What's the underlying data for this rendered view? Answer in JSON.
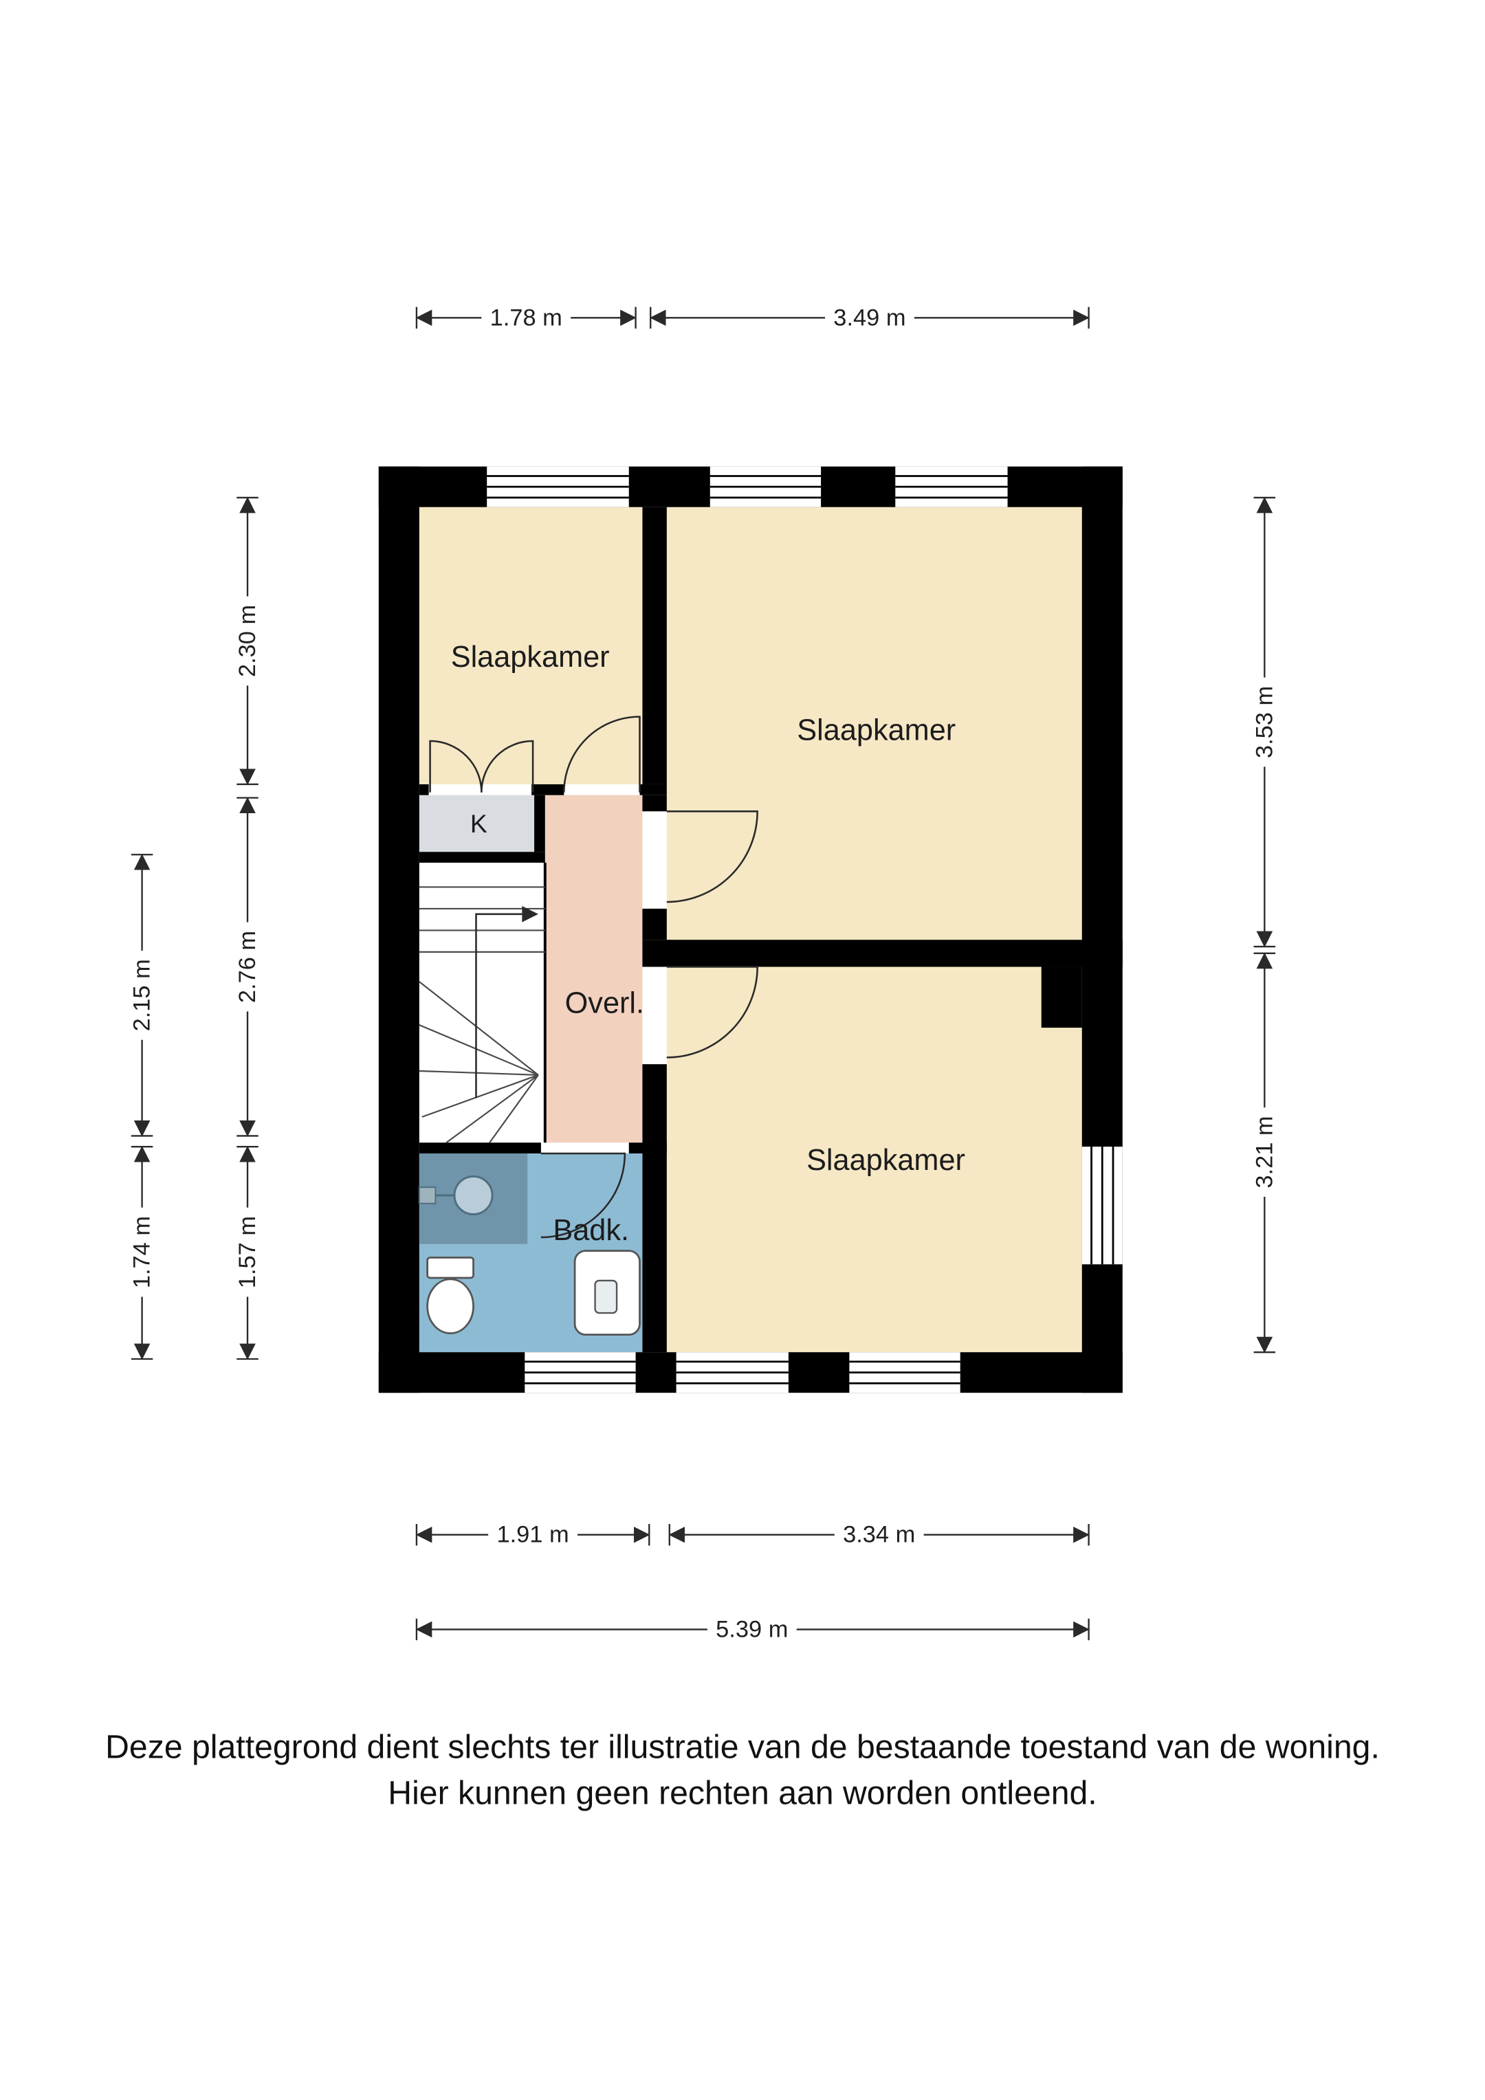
{
  "rooms": {
    "bedroom_top_left": {
      "label": "Slaapkamer",
      "color": "#f6e8c5"
    },
    "bedroom_top_right": {
      "label": "Slaapkamer",
      "color": "#f6e8c5"
    },
    "bedroom_bottom": {
      "label": "Slaapkamer",
      "color": "#f6e8c5"
    },
    "landing": {
      "label": "Overl.",
      "color": "#f2d1bf"
    },
    "closet": {
      "label": "K",
      "color": "#d9dde1"
    },
    "bathroom": {
      "label": "Badk.",
      "color": "#8dbbd3",
      "shower_color": "#7094a9"
    }
  },
  "dimensions": {
    "top_left": "1.78 m",
    "top_right": "3.49 m",
    "left_outer_upper": "2.15 m",
    "left_outer_lower": "1.74 m",
    "left_inner_upper": "2.30 m",
    "left_inner_middle": "2.76 m",
    "left_inner_lower": "1.57 m",
    "right_upper": "3.53 m",
    "right_lower": "3.21 m",
    "bottom_left": "1.91 m",
    "bottom_right": "3.34 m",
    "bottom_total": "5.39 m"
  },
  "disclaimer": {
    "line1": "Deze plattegrond dient slechts ter illustratie van de bestaande toestand van de woning.",
    "line2": "Hier kunnen geen rechten aan worden ontleend."
  },
  "colors": {
    "wall": "#000000",
    "dimension_line": "#2a2a2a",
    "text": "#1c1c1c"
  }
}
